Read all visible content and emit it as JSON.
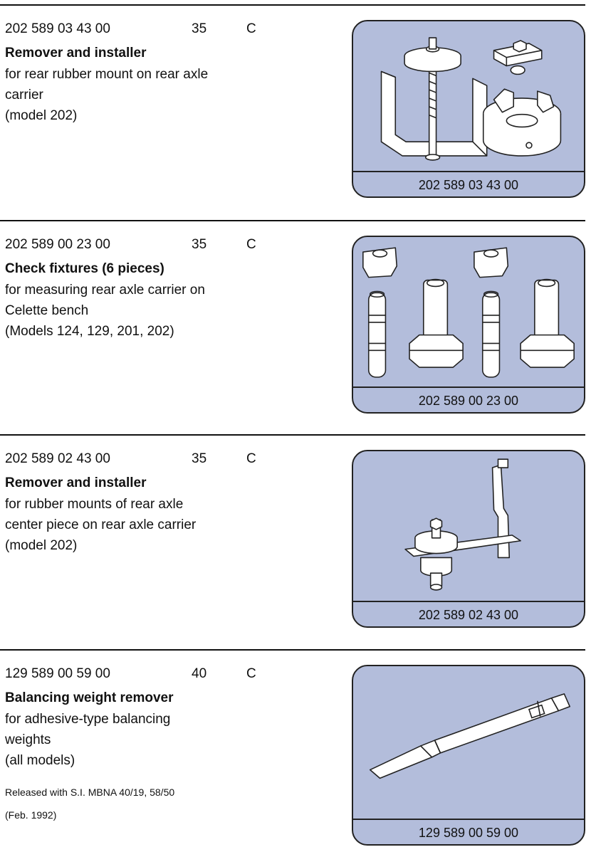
{
  "entries": [
    {
      "part_number": "202 589 03 43 00",
      "group": "35",
      "category": "C",
      "title": "Remover and installer",
      "description": [
        "for rear rubber mount on rear axle",
        "carrier",
        "(model 202)"
      ],
      "caption": "202 589 03 43 00"
    },
    {
      "part_number": "202 589 00 23 00",
      "group": "35",
      "category": "C",
      "title": "Check fixtures (6 pieces)",
      "description": [
        "for measuring rear axle carrier on",
        "Celette bench",
        "(Models 124, 129, 201, 202)"
      ],
      "caption": "202 589 00 23 00"
    },
    {
      "part_number": "202 589 02 43 00",
      "group": "35",
      "category": "C",
      "title": "Remover and installer",
      "description": [
        "for rubber mounts of rear axle",
        "center piece on rear axle carrier",
        "(model 202)"
      ],
      "caption": "202 589 02 43 00"
    },
    {
      "part_number": "129 589 00 59 00",
      "group": "40",
      "category": "C",
      "title": "Balancing weight remover",
      "description": [
        "for adhesive-type balancing",
        "weights",
        "(all models)"
      ],
      "note": [
        "Released with S.I. MBNA 40/19, 58/50",
        "(Feb. 1992)"
      ],
      "caption": "129 589 00 59 00"
    }
  ],
  "colors": {
    "figure_fill": "#b3bddb",
    "outline": "#222222"
  }
}
